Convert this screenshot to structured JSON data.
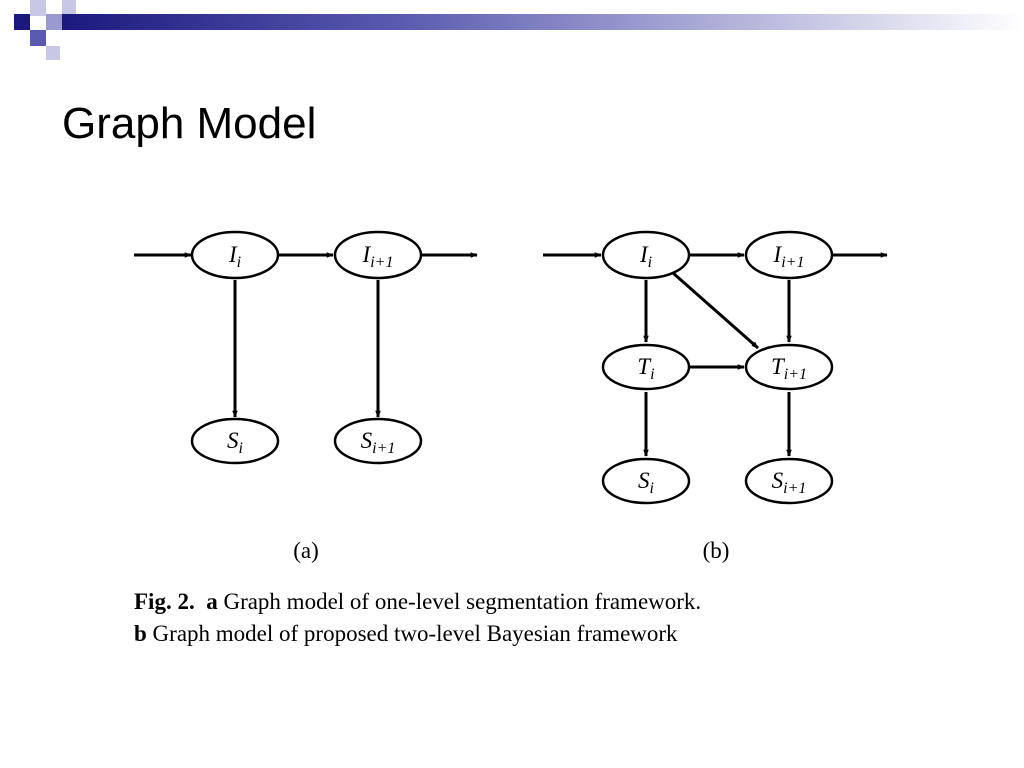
{
  "slide": {
    "title": "Graph Model"
  },
  "colors": {
    "accent_dark": "#1a1a7e",
    "accent_mid": "#5a5ab0",
    "accent_light": "#c8c8e6"
  },
  "figure": {
    "panel_a": {
      "label": "(a)",
      "nodes": {
        "I": {
          "main": "I",
          "sub": "i"
        },
        "I_next": {
          "main": "I",
          "sub": "i+1"
        },
        "S": {
          "main": "S",
          "sub": "i"
        },
        "S_next": {
          "main": "S",
          "sub": "i+1"
        }
      }
    },
    "panel_b": {
      "label": "(b)",
      "nodes": {
        "I": {
          "main": "I",
          "sub": "i"
        },
        "I_next": {
          "main": "I",
          "sub": "i+1"
        },
        "T": {
          "main": "T",
          "sub": "i"
        },
        "T_next": {
          "main": "T",
          "sub": "i+1"
        },
        "S": {
          "main": "S",
          "sub": "i"
        },
        "S_next": {
          "main": "S",
          "sub": "i+1"
        }
      }
    },
    "caption": {
      "fig_label": "Fig. 2.",
      "a_label": "a",
      "a_text": "Graph model of one-level segmentation framework.",
      "b_label": "b",
      "b_text": "Graph model of proposed two-level Bayesian framework"
    }
  }
}
